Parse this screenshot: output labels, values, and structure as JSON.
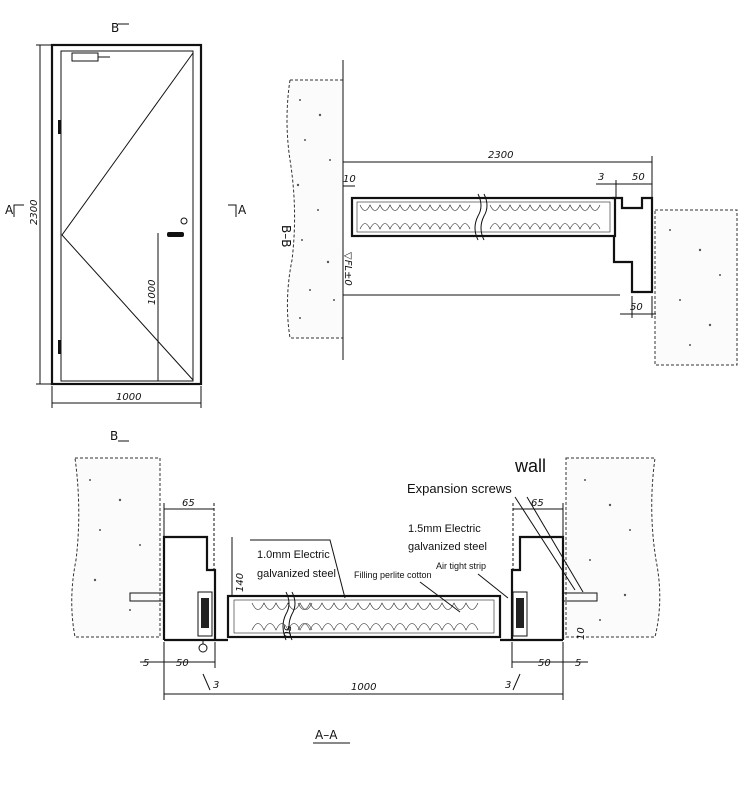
{
  "elevation": {
    "section_mark_top": "B",
    "section_mark_left": "A",
    "section_mark_right": "A",
    "height_dim": "2300",
    "width_dim": "1000",
    "handle_height_dim": "1000",
    "section_mark_bottom": "B"
  },
  "section_bb": {
    "title": "B–B",
    "width_dim": "2300",
    "top_gap_dim": "10",
    "rebate_dim": "3",
    "frame_dim": "50",
    "frame_bottom_dim": "50",
    "floor_label": "▽FL±0"
  },
  "section_aa": {
    "title": "A–A",
    "wall_label": "wall",
    "screws_label": "Expansion screws",
    "steel_right_line1": "1.5mm Electric",
    "steel_right_line2": "galvanized steel",
    "steel_left_line1": "1.0mm Electric",
    "steel_left_line2": "galvanized steel",
    "airtight_label": "Air tight strip",
    "filling_label": "Filling  perlite cotton",
    "left_top_dim": "65",
    "right_top_dim": "65",
    "depth_dim": "140",
    "leaf_dim": "50",
    "left_gap_dim": "5",
    "right_gap_dim": "5",
    "left_frame_dim": "50",
    "right_frame_dim": "50",
    "left_rebate_dim": "3",
    "right_rebate_dim": "3",
    "total_width_dim": "1000",
    "side_gap_dim": "10"
  }
}
